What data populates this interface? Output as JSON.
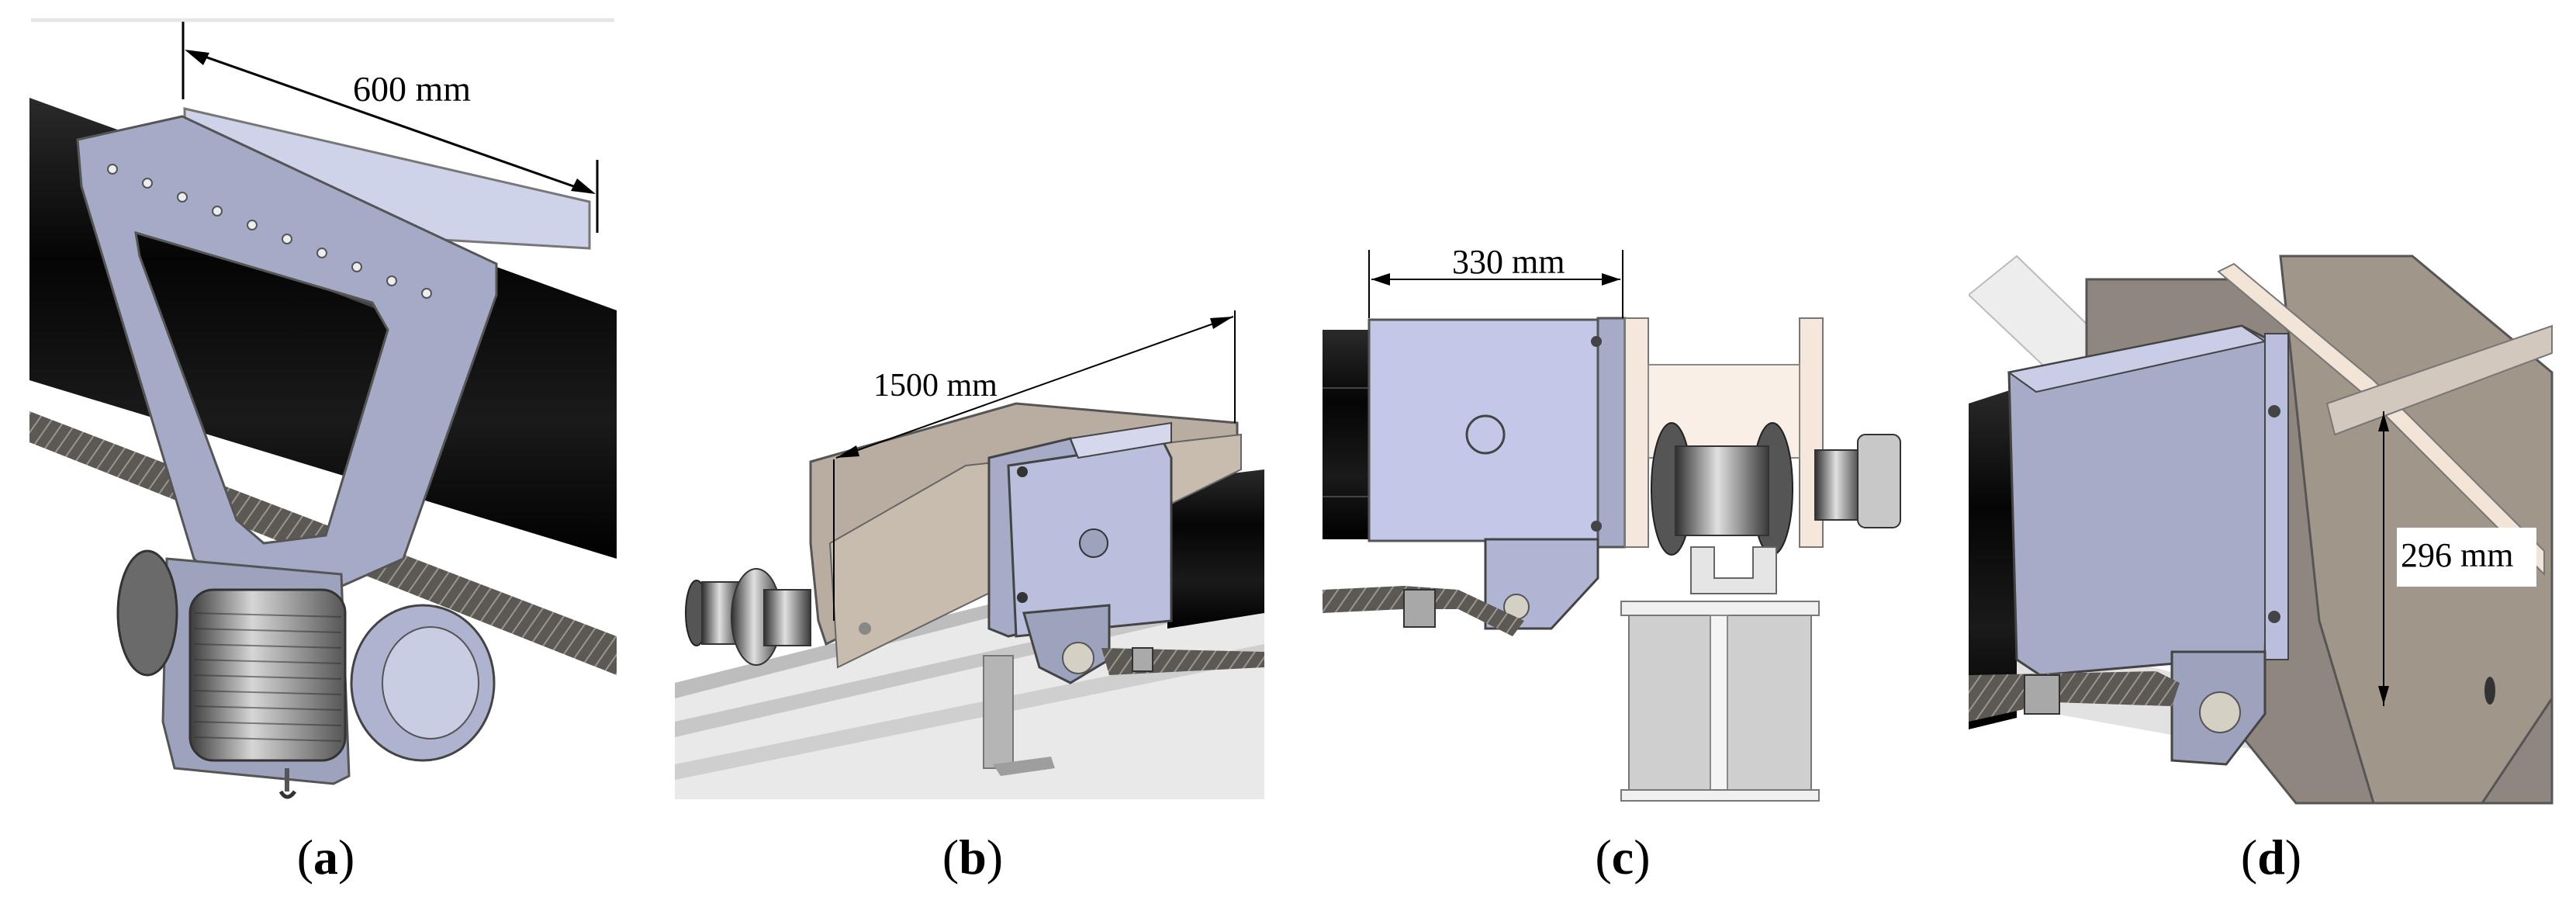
{
  "panels": [
    {
      "id": "a",
      "label_open": "(",
      "label_letter": "a",
      "label_close": ")",
      "dimension": "600 mm"
    },
    {
      "id": "b",
      "label_open": "(",
      "label_letter": "b",
      "label_close": ")",
      "dimension": "1500 mm"
    },
    {
      "id": "c",
      "label_open": "(",
      "label_letter": "c",
      "label_close": ")",
      "dimension": "330 mm"
    },
    {
      "id": "d",
      "label_open": "(",
      "label_letter": "d",
      "label_close": ")",
      "dimension": "296 mm"
    }
  ],
  "colors": {
    "steel_bar": "#111111",
    "lavender_metal": "#b9bfdc",
    "lavender_dark": "#8e93b0",
    "tan_plate": "#b8ada0",
    "peach_plate": "#f6e7dc",
    "gray_rail": "#d2d2d2",
    "cable": "#6e6a66"
  }
}
